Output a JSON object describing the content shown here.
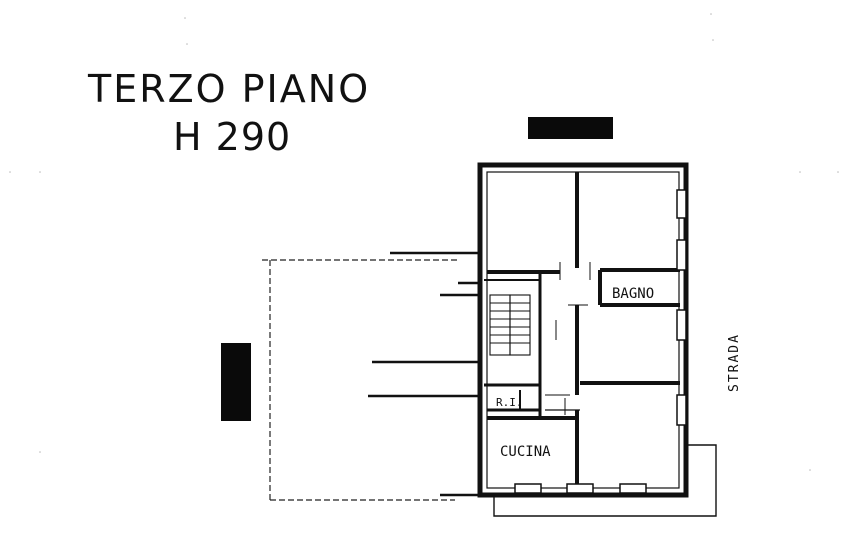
{
  "header": {
    "title": "TERZO PIANO",
    "height_label": "H 290"
  },
  "rooms": {
    "bagno": "BAGNO",
    "cucina": "CUCINA",
    "ri": "R.I."
  },
  "orientation": {
    "street": "STRADA"
  },
  "colors": {
    "ink": "#111111",
    "redaction": "#0a0a0a",
    "paper": "#ffffff"
  }
}
